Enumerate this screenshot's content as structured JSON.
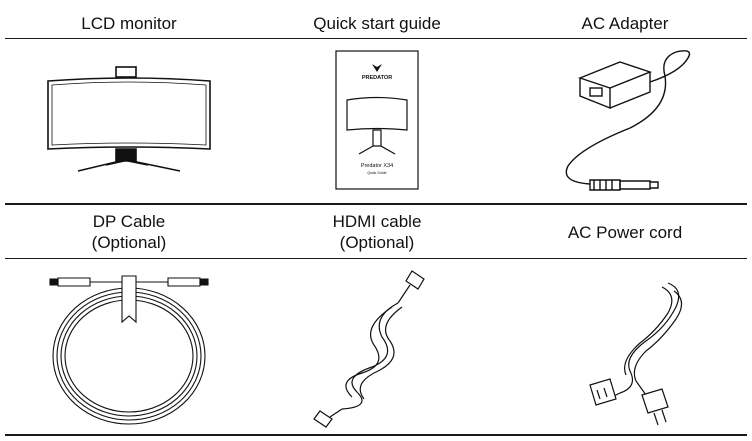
{
  "row1": {
    "headers": [
      "LCD monitor",
      "Quick start guide",
      "AC Adapter"
    ],
    "guide": {
      "brand": "PREDATOR",
      "model": "Predator X34",
      "subtitle": "Quick Guide"
    }
  },
  "row2": {
    "headers": [
      {
        "line1": "DP Cable",
        "line2": "(Optional)"
      },
      {
        "line1": "HDMI cable",
        "line2": "(Optional)"
      },
      {
        "line1": "AC Power cord",
        "line2": ""
      }
    ]
  }
}
